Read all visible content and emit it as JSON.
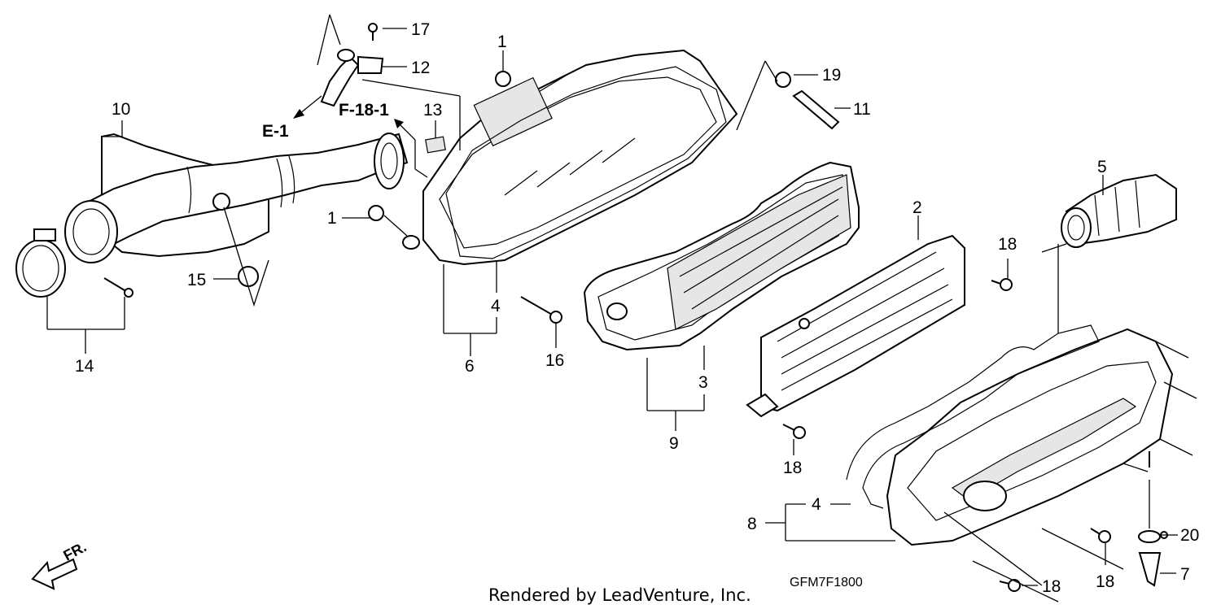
{
  "diagram": {
    "callouts": {
      "c1a": "1",
      "c1b": "1",
      "c2": "2",
      "c3": "3",
      "c4a": "4",
      "c4b": "4",
      "c5": "5",
      "c6": "6",
      "c7": "7",
      "c8": "8",
      "c9": "9",
      "c10": "10",
      "c11": "11",
      "c12": "12",
      "c13": "13",
      "c14": "14",
      "c15": "15",
      "c16": "16",
      "c17": "17",
      "c18a": "18",
      "c18b": "18",
      "c18c": "18",
      "c18d": "18",
      "c19": "19",
      "c20": "20"
    },
    "references": {
      "e1": "E-1",
      "f181": "F-18-1"
    },
    "front_label": "FR.",
    "diagram_code": "GFM7F1800",
    "credit": "Rendered by LeadVenture, Inc."
  }
}
